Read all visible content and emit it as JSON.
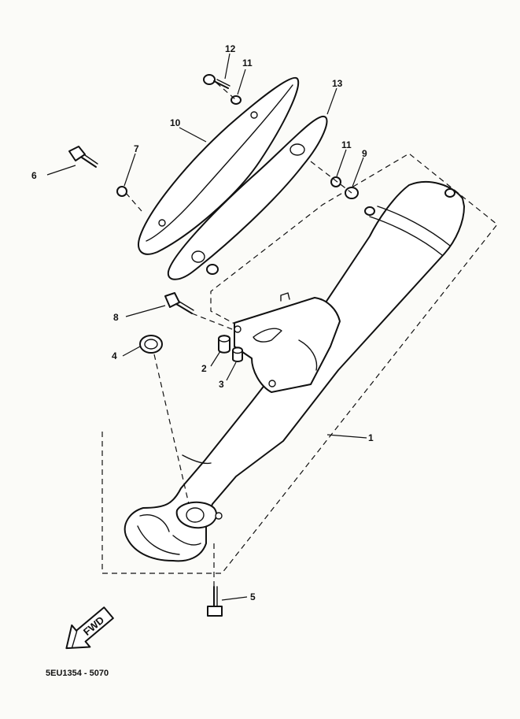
{
  "diagram": {
    "callouts": [
      {
        "id": "c1",
        "label": "1"
      },
      {
        "id": "c2",
        "label": "2"
      },
      {
        "id": "c3",
        "label": "3"
      },
      {
        "id": "c4",
        "label": "4"
      },
      {
        "id": "c5",
        "label": "5"
      },
      {
        "id": "c6",
        "label": "6"
      },
      {
        "id": "c7",
        "label": "7"
      },
      {
        "id": "c8",
        "label": "8"
      },
      {
        "id": "c9",
        "label": "9"
      },
      {
        "id": "c10",
        "label": "10"
      },
      {
        "id": "c11a",
        "label": "11"
      },
      {
        "id": "c11b",
        "label": "11"
      },
      {
        "id": "c12",
        "label": "12"
      },
      {
        "id": "c13",
        "label": "13"
      }
    ],
    "fwd_label": "FWD",
    "part_code": "5EU1354 - 5070",
    "ink_color": "#111111",
    "paper_color": "#fbfbf8"
  }
}
